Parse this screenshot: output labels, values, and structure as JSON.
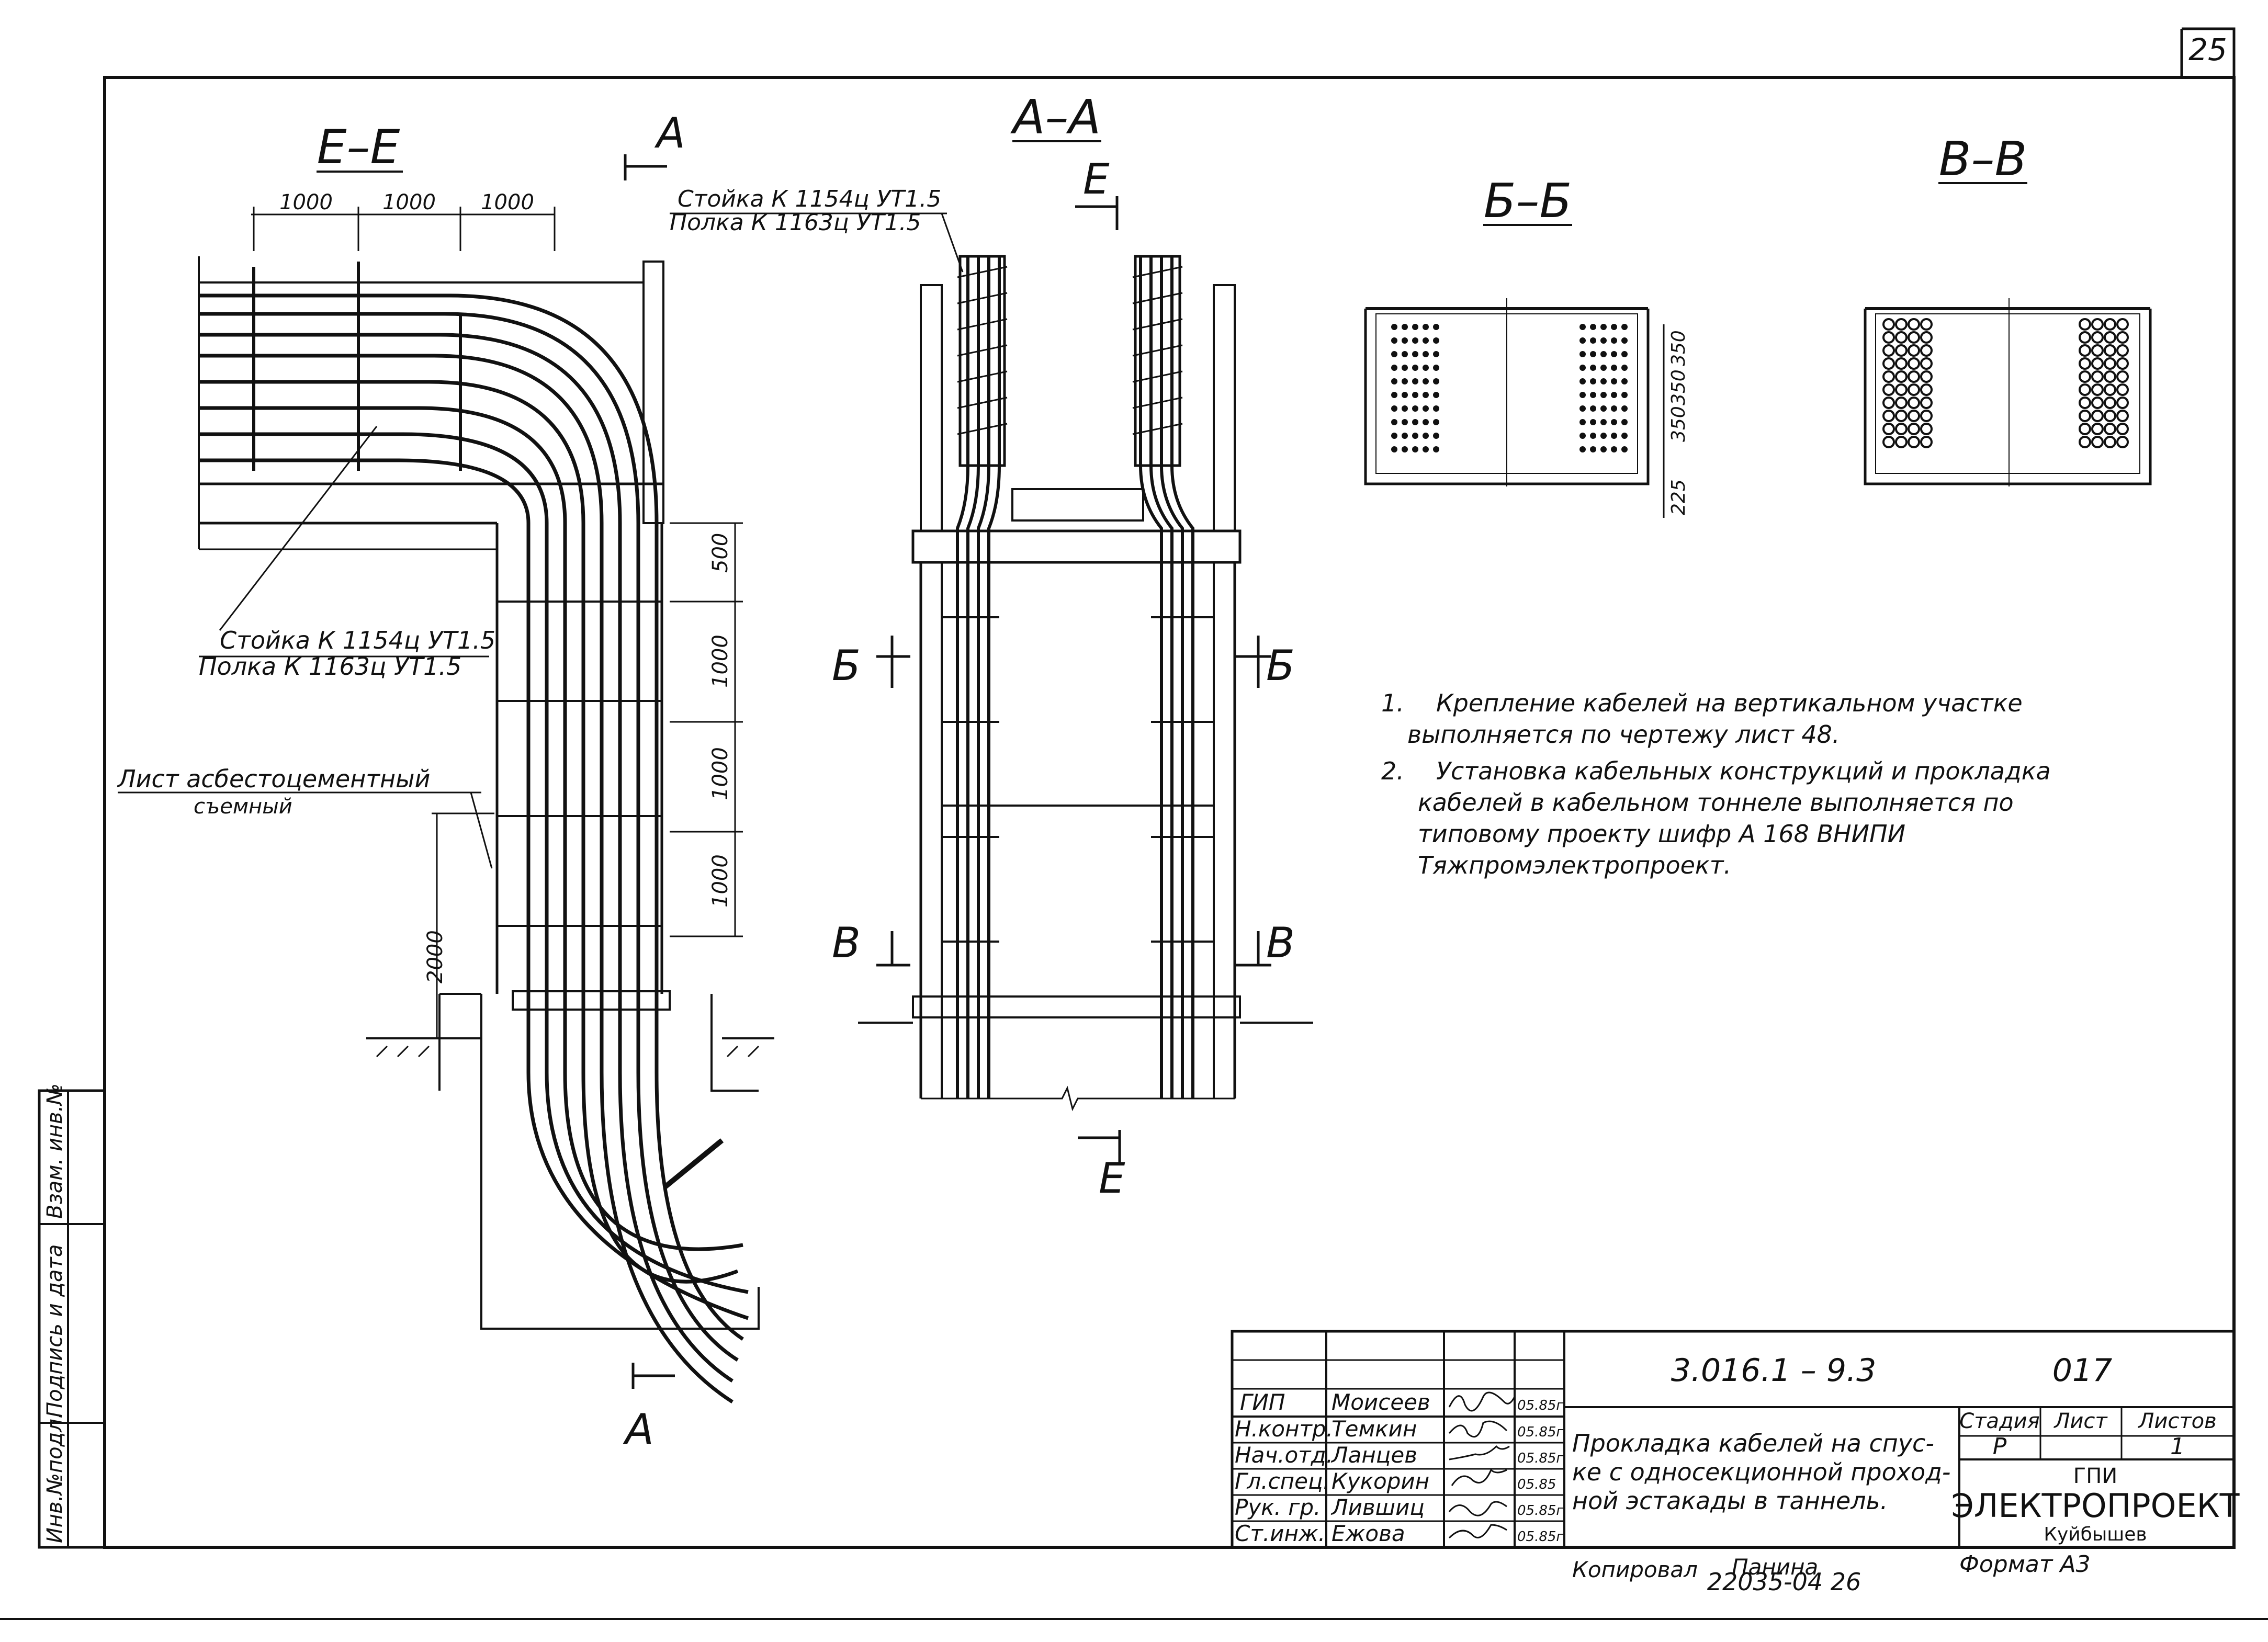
{
  "sheet": {
    "page_number": "25",
    "format_note": "Формат А3"
  },
  "views": {
    "ee": {
      "title": "Е–Е",
      "section_mark_top": "А",
      "section_mark_bottom": "А",
      "dims_top": [
        "1000",
        "1000",
        "1000"
      ],
      "dims_side": [
        "500",
        "1000",
        "1000",
        "1000"
      ],
      "dim_2000": "2000",
      "callout1_line1": "Стойка К 1154ц УТ1.5",
      "callout1_line2": "Полка К 1163ц УТ1.5",
      "callout2_line1": "Лист асбестоцементный",
      "callout2_line2": "съемный"
    },
    "aa": {
      "title": "А–А",
      "callout_line1": "Стойка К 1154ц УТ1.5",
      "callout_line2": "Полка К 1163ц УТ1.5",
      "mark_e_top": "Е",
      "mark_e_bottom": "Е",
      "mark_b_left": "Б",
      "mark_b_right": "Б",
      "mark_v_left": "В",
      "mark_v_right": "В"
    },
    "bb": {
      "title": "Б–Б",
      "dims": [
        "350",
        "350",
        "350",
        "225"
      ]
    },
    "vv": {
      "title": "В–В"
    }
  },
  "notes": [
    {
      "num": "1.",
      "lines": [
        "Крепление кабелей на вертикальном участке",
        "выполняется  по чертежу лист 48."
      ]
    },
    {
      "num": "2.",
      "lines": [
        "Установка кабельных конструкций и прокладка",
        "кабелей в кабельном тоннеле выполняется по",
        "типовому  проекту  шифр  А 168  ВНИПИ",
        "Тяжпромэлектропроект."
      ]
    }
  ],
  "side_stamp": [
    "Инв.№подл.",
    "Подпись и дата",
    "Взам. инв.№"
  ],
  "title_block": {
    "doc_code": "3.016.1 – 9.3",
    "doc_number": "017",
    "title_lines": [
      "Прокладка кабелей на спус-",
      "ке с односекционной проход-",
      "ной эстакады в таннель."
    ],
    "stage_header": "Стадия",
    "sheet_header": "Лист",
    "sheets_header": "Листов",
    "stage_value": "Р",
    "sheet_value": "",
    "sheets_value": "1",
    "org_line1": "ГПИ",
    "org_line2": "ЭЛЕКТРОПРОЕКТ",
    "org_line3": "Куйбышев",
    "roles": [
      {
        "role": "ГИП",
        "name": "Моисеев",
        "date": "05.85г"
      },
      {
        "role": "Н.контр.",
        "name": "Темкин",
        "date": "05.85г"
      },
      {
        "role": "Нач.отд.",
        "name": "Ланцев",
        "date": "05.85г"
      },
      {
        "role": "Гл.спец.",
        "name": "Кукорин",
        "date": "05.85"
      },
      {
        "role": "Рук. гр.",
        "name": "Лившиц",
        "date": "05.85г"
      },
      {
        "role": "Ст.инж.",
        "name": "Ежова",
        "date": "05.85г"
      }
    ],
    "copied_by_label": "Копировал",
    "copied_by_name": "Панина",
    "archive_number": "22035-04 26"
  },
  "colors": {
    "ink": "#111111",
    "paper": "#ffffff"
  }
}
